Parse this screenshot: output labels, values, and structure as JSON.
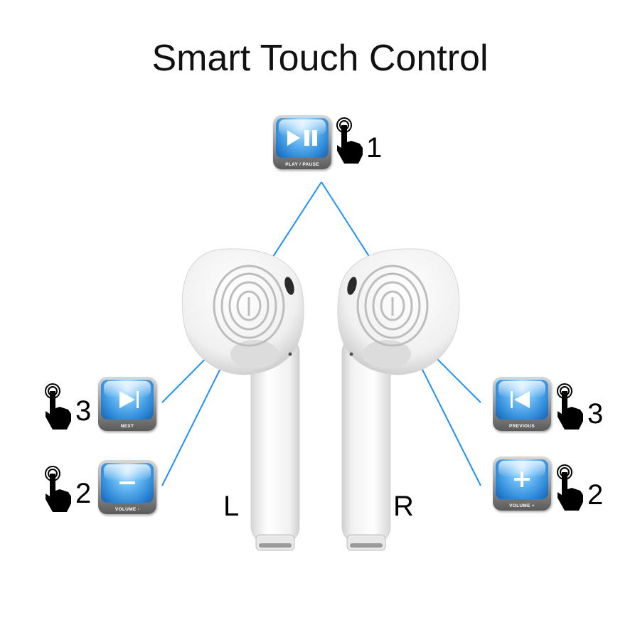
{
  "title": "Smart Touch Control",
  "earbuds": {
    "left_label": "L",
    "right_label": "R"
  },
  "controls": {
    "play_pause": {
      "label": "PLAY / PAUSE",
      "taps": "1",
      "icon": "play-pause-icon"
    },
    "next": {
      "label": "NEXT",
      "taps": "3",
      "icon": "next-icon"
    },
    "volume_down": {
      "label": "VOLUME -",
      "taps": "2",
      "icon": "minus-icon"
    },
    "previous": {
      "label": "PREVIOUS",
      "taps": "3",
      "icon": "previous-icon"
    },
    "volume_up": {
      "label": "VOLUME +",
      "taps": "2",
      "icon": "plus-icon"
    }
  },
  "colors": {
    "connector": "#1e90ff",
    "button_blue": "#2b86d6",
    "text": "#111111"
  }
}
